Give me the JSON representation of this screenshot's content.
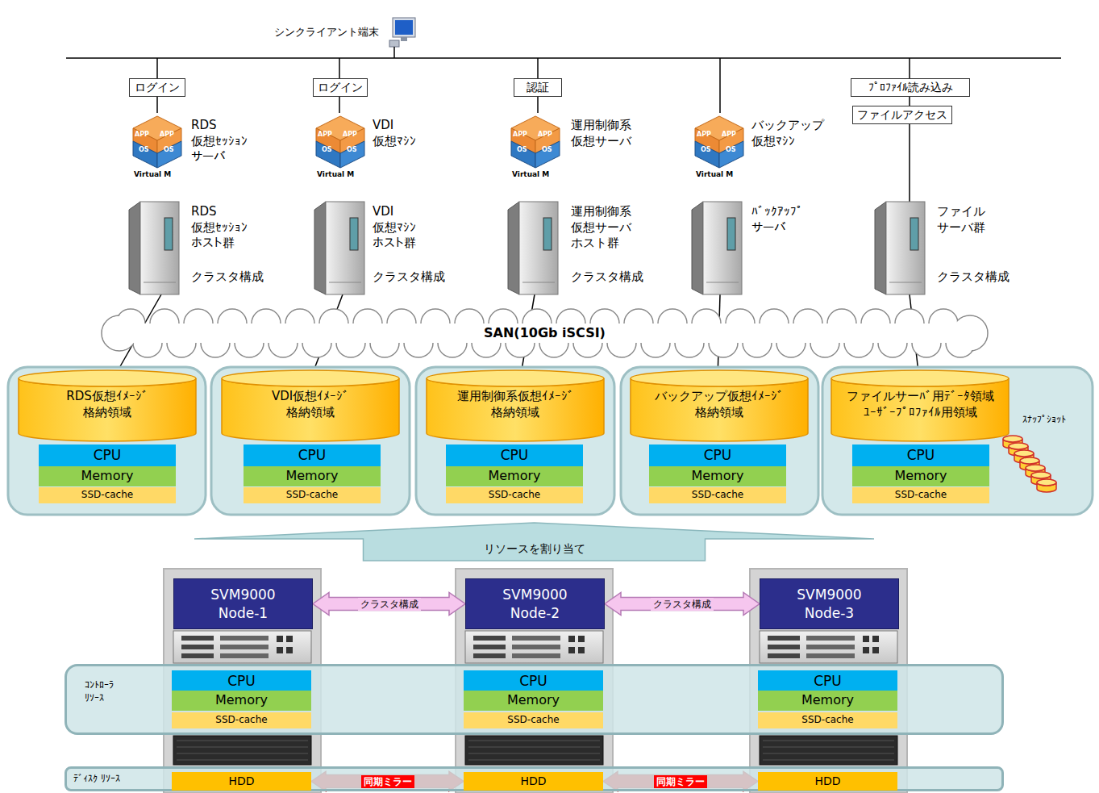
{
  "diagram": {
    "nodes": [
      {
        "text": [
          "ログイン"
        ]
      },
      {
        "text": [
          "ログイン"
        ]
      },
      {
        "text": [
          "認証"
        ]
      },
      {
        "text": [
          "ﾌﾟﾛﾌｧｲﾙ読み込み"
        ]
      },
      {
        "text": [
          "ファイルアクセス"
        ]
      },
      {
        "text": [
          "SAN(10Gb iSCSI)"
        ]
      },
      {
        "text": [
          "RDS仮想ｲﾒｰｼﾞ 格納領域"
        ]
      },
      {
        "text": [
          "CPU"
        ]
      },
      {
        "text": [
          "Memory"
        ]
      },
      {
        "text": [
          "SSD-cache"
        ]
      },
      {
        "text": [
          "VDI仮想ｲﾒｰｼﾞ 格納領域"
        ]
      },
      {
        "text": [
          "CPU"
        ]
      },
      {
        "text": [
          "Memory"
        ]
      },
      {
        "text": [
          "SSD-cache"
        ]
      },
      {
        "text": [
          "運用制御系仮想ｲﾒｰｼﾞ 格納領域"
        ]
      },
      {
        "text": [
          "CPU"
        ]
      },
      {
        "text": [
          "Memory"
        ]
      },
      {
        "text": [
          "SSD-cache"
        ]
      },
      {
        "text": [
          "バックアップ仮想ｲﾒｰｼﾞ 格納領域"
        ]
      },
      {
        "text": [
          "CPU"
        ]
      },
      {
        "text": [
          "Memory"
        ]
      },
      {
        "text": [
          "SSD-cache"
        ]
      },
      {
        "text": [
          "ファイルサーﾊﾞ用ﾃﾞｰﾀ領域 ﾕｰｻﾞｰﾌﾟﾛﾌｧｲﾙ用領域"
        ]
      },
      {
        "text": [
          "CPU"
        ]
      },
      {
        "text": [
          "Memory"
        ]
      },
      {
        "text": [
          "SSD-cache"
        ]
      },
      {
        "text": [
          "リソースを割り当て"
        ]
      },
      {
        "text": [
          "SVM9000 Node-1"
        ]
      },
      {
        "text": [
          "SVM9000 Node-2"
        ]
      },
      {
        "text": [
          "SVM9000 Node-3"
        ]
      },
      {
        "text": [
          "ｺﾝﾄﾛｰﾗ ﾘｿｰｽ"
        ]
      },
      {
        "text": [
          "CPU"
        ],
        "in": 30
      },
      {
        "text": [
          "Memory"
        ],
        "in": 30
      },
      {
        "text": [
          "SSD-cache"
        ],
        "in": 30
      },
      {
        "text": [
          "CPU"
        ],
        "in": 30
      },
      {
        "text": [
          "Memory"
        ],
        "in": 30
      },
      {
        "text": [
          "SSD-cache"
        ],
        "in": 30
      },
      {
        "text": [
          "CPU"
        ],
        "in": 30
      },
      {
        "text": [
          "Memory"
        ],
        "in": 30
      },
      {
        "text": [
          "SSD-cache"
        ],
        "in": 30
      },
      {
        "text": [
          "ﾃﾞｨｽｸ ﾘｿｰｽ"
        ]
      },
      {
        "text": [
          "HDD"
        ],
        "in": 40
      },
      {
        "text": [
          "HDD"
        ],
        "in": 40
      },
      {
        "text": [
          "HDD"
        ],
        "in": 40
      }
    ],
    "edges": [
      {
        "from": 27,
        "to": 28,
        "label": "クラスタ構成",
        "arrow": "both"
      },
      {
        "from": 28,
        "to": 29,
        "label": "クラスタ構成",
        "arrow": "both"
      },
      {
        "from": 41,
        "to": 42,
        "label": "同期ミラー",
        "arrow": "both"
      },
      {
        "from": 42,
        "to": 43,
        "label": "同期ミラー",
        "arrow": "both"
      }
    ],
    "labels": [
      "シンクライアント端末",
      "RDS 仮想ｾｯｼｮﾝ サーバ",
      "VDI 仮想ﾏｼﾝ",
      "運用制御系 仮想サーバ",
      "バックアップ 仮想ﾏｼﾝ",
      "APP",
      "APP",
      "OS",
      "OS",
      "Virtual M",
      "APP",
      "APP",
      "OS",
      "OS",
      "Virtual M",
      "APP",
      "APP",
      "OS",
      "OS",
      "Virtual M",
      "APP",
      "APP",
      "OS",
      "OS",
      "Virtual M",
      "RDS 仮想ｾｯｼｮﾝ ホスト群",
      "クラスタ構成",
      "VDI 仮想ﾏｼﾝ ホスト群",
      "クラスタ構成",
      "運用制御系 仮想サーバ ホスト群",
      "クラスタ構成",
      "ﾊﾞｯｸｱｯﾌﾟ サーバ",
      "ファイル サーバ群",
      "クラスタ構成",
      "ｽﾅｯﾌﾟｼｮｯﾄ"
    ]
  }
}
